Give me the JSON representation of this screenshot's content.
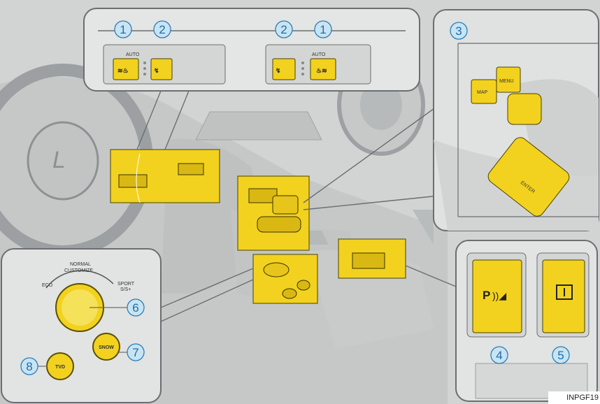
{
  "diagram": {
    "callouts": {
      "c1": "1",
      "c2": "2",
      "c3": "3",
      "c4": "4",
      "c5": "5",
      "c6": "6",
      "c7": "7",
      "c8": "8"
    },
    "seat_panel": {
      "auto_label": "AUTO"
    },
    "controller_panel": {
      "map_label": "MAP",
      "menu_label": "MENU",
      "enter_label": "ENTER"
    },
    "drive_mode_panel": {
      "normal_label": "NORMAL",
      "customize_label": "CUSTOMIZE",
      "eco_label": "ECO",
      "sport_label": "SPORT",
      "sport_sub_label": "S/S+",
      "snow_label": "SNOW",
      "tvd_label": "TVD"
    },
    "switch_panel": {
      "parking_label": "P"
    },
    "code": "INPGF19"
  },
  "colors": {
    "highlight": "#f2d21e",
    "callout_stroke": "#2a7fb8",
    "callout_fill": "#c8e4f3",
    "panel_fill": "#e4e5e5",
    "panel_stroke": "#6b6e70"
  }
}
